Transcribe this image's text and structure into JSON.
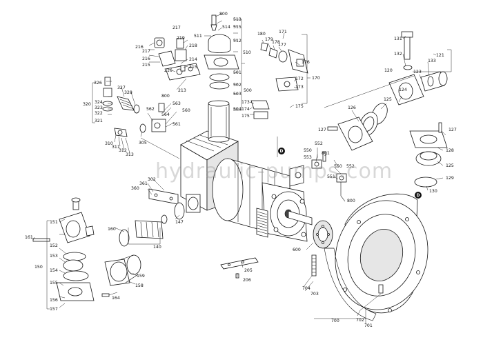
{
  "watermark": "hydraulic-pumps.com",
  "markers": [
    "D",
    "D"
  ],
  "callouts": {
    "c800a": "800",
    "c513": "513",
    "c514": "514",
    "c515": "515",
    "c512": "512",
    "c511": "511",
    "c510": "510",
    "c501": "501",
    "c502": "502",
    "c503": "503",
    "c504": "504",
    "c500": "500",
    "c217": "217",
    "c219": "219",
    "c216a": "216",
    "c217b": "217",
    "c218": "218",
    "c216b": "216",
    "c215": "215",
    "c214": "214",
    "c216c": "216",
    "c215b": "215",
    "c213": "213",
    "c326": "326",
    "c327": "327",
    "c328": "328",
    "c324": "324",
    "c320": "320",
    "c323": "323",
    "c322": "322",
    "c321": "321",
    "c800b": "800",
    "c562": "562",
    "c563": "563",
    "c564": "564",
    "c560": "560",
    "c561": "561",
    "c310": "310",
    "c311": "311",
    "c312": "312",
    "c313": "313",
    "c305": "305",
    "c180": "180",
    "c179": "179",
    "c178": "178",
    "c177": "177",
    "c171": "171",
    "c172": "172",
    "c176": "176",
    "c173": "173",
    "c170": "170",
    "c173b": "173",
    "c174": "174",
    "c175a": "175",
    "c175b": "175",
    "c131": "131",
    "c132": "132",
    "c121": "121",
    "c133": "133",
    "c120": "120",
    "c123": "123",
    "c124": "124",
    "c125": "125",
    "c126": "126",
    "c127a": "127",
    "c127b": "127",
    "c128": "128",
    "c125b": "125",
    "c129": "129",
    "c130": "130",
    "c552a": "552",
    "c550a": "550",
    "c801": "801",
    "c553": "553",
    "c550b": "550",
    "c552b": "552",
    "c551": "551",
    "c800c": "800",
    "c361": "361",
    "c360": "360",
    "c302": "302",
    "c147": "147",
    "c160": "160",
    "c140": "140",
    "c151": "151",
    "c161": "161",
    "c152": "152",
    "c153": "153",
    "c150": "150",
    "c154": "154",
    "c155": "155",
    "c156": "156",
    "c157": "157",
    "c159": "159",
    "c158": "158",
    "c164": "164",
    "c600": "600",
    "c205": "205",
    "c206": "206",
    "c704": "704",
    "c703": "703",
    "c700": "700",
    "c702": "702",
    "c701": "701"
  }
}
